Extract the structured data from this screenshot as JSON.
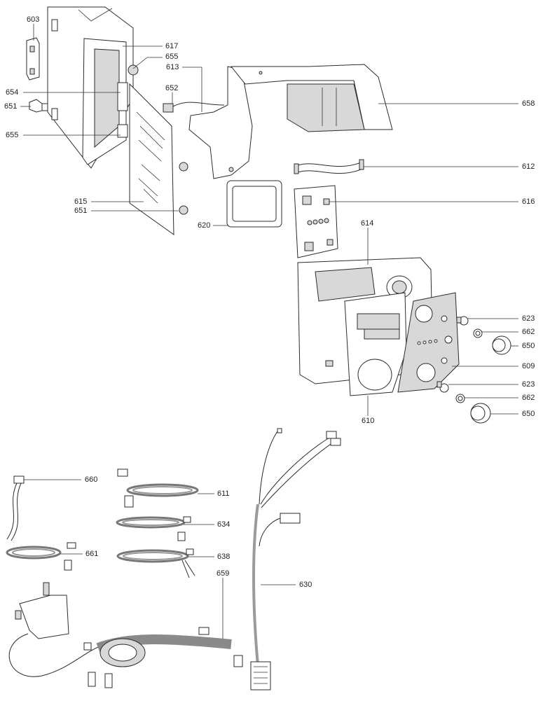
{
  "labels": {
    "603": "603",
    "617": "617",
    "655a": "655",
    "613": "613",
    "654": "654",
    "652": "652",
    "651a": "651",
    "655b": "655",
    "658": "658",
    "612": "612",
    "616": "616",
    "615": "615",
    "651b": "651",
    "620": "620",
    "614": "614",
    "623a": "623",
    "662a": "662",
    "650a": "650",
    "609": "609",
    "623b": "623",
    "662b": "662",
    "650b": "650",
    "610": "610",
    "660": "660",
    "611": "611",
    "634": "634",
    "661": "661",
    "638": "638",
    "659": "659",
    "630": "630"
  }
}
